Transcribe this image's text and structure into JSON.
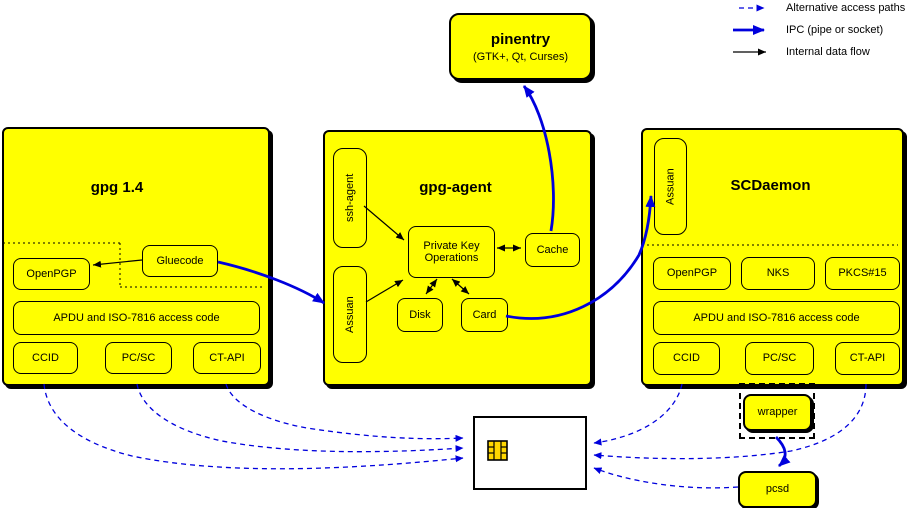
{
  "legend": {
    "alternative": "Alternative access paths",
    "ipc": "IPC (pipe or socket)",
    "internal": "Internal data flow"
  },
  "pinentry": {
    "title": "pinentry",
    "subtitle": "(GTK+, Qt, Curses)"
  },
  "gpg14": {
    "title": "gpg 1.4",
    "openpgp": "OpenPGP",
    "gluecode": "Gluecode",
    "apdu": "APDU and ISO-7816 access code",
    "ccid": "CCID",
    "pcsc": "PC/SC",
    "ctapi": "CT-API"
  },
  "gpg_agent": {
    "title": "gpg-agent",
    "ssh_agent": "ssh-agent",
    "assuan": "Assuan",
    "private_key_line1": "Private Key",
    "private_key_line2": "Operations",
    "cache": "Cache",
    "disk": "Disk",
    "card": "Card"
  },
  "scdaemon": {
    "title": "SCDaemon",
    "assuan": "Assuan",
    "openpgp": "OpenPGP",
    "nks": "NKS",
    "pkcs15": "PKCS#15",
    "apdu": "APDU and ISO-7816 access code",
    "ccid": "CCID",
    "pcsc": "PC/SC",
    "ctapi": "CT-API",
    "wrapper": "wrapper"
  },
  "pcsd": "pcsd",
  "colors": {
    "box_fill": "#ffff00",
    "ipc_blue": "#0000dd",
    "chip_gold": "#ffd700"
  }
}
